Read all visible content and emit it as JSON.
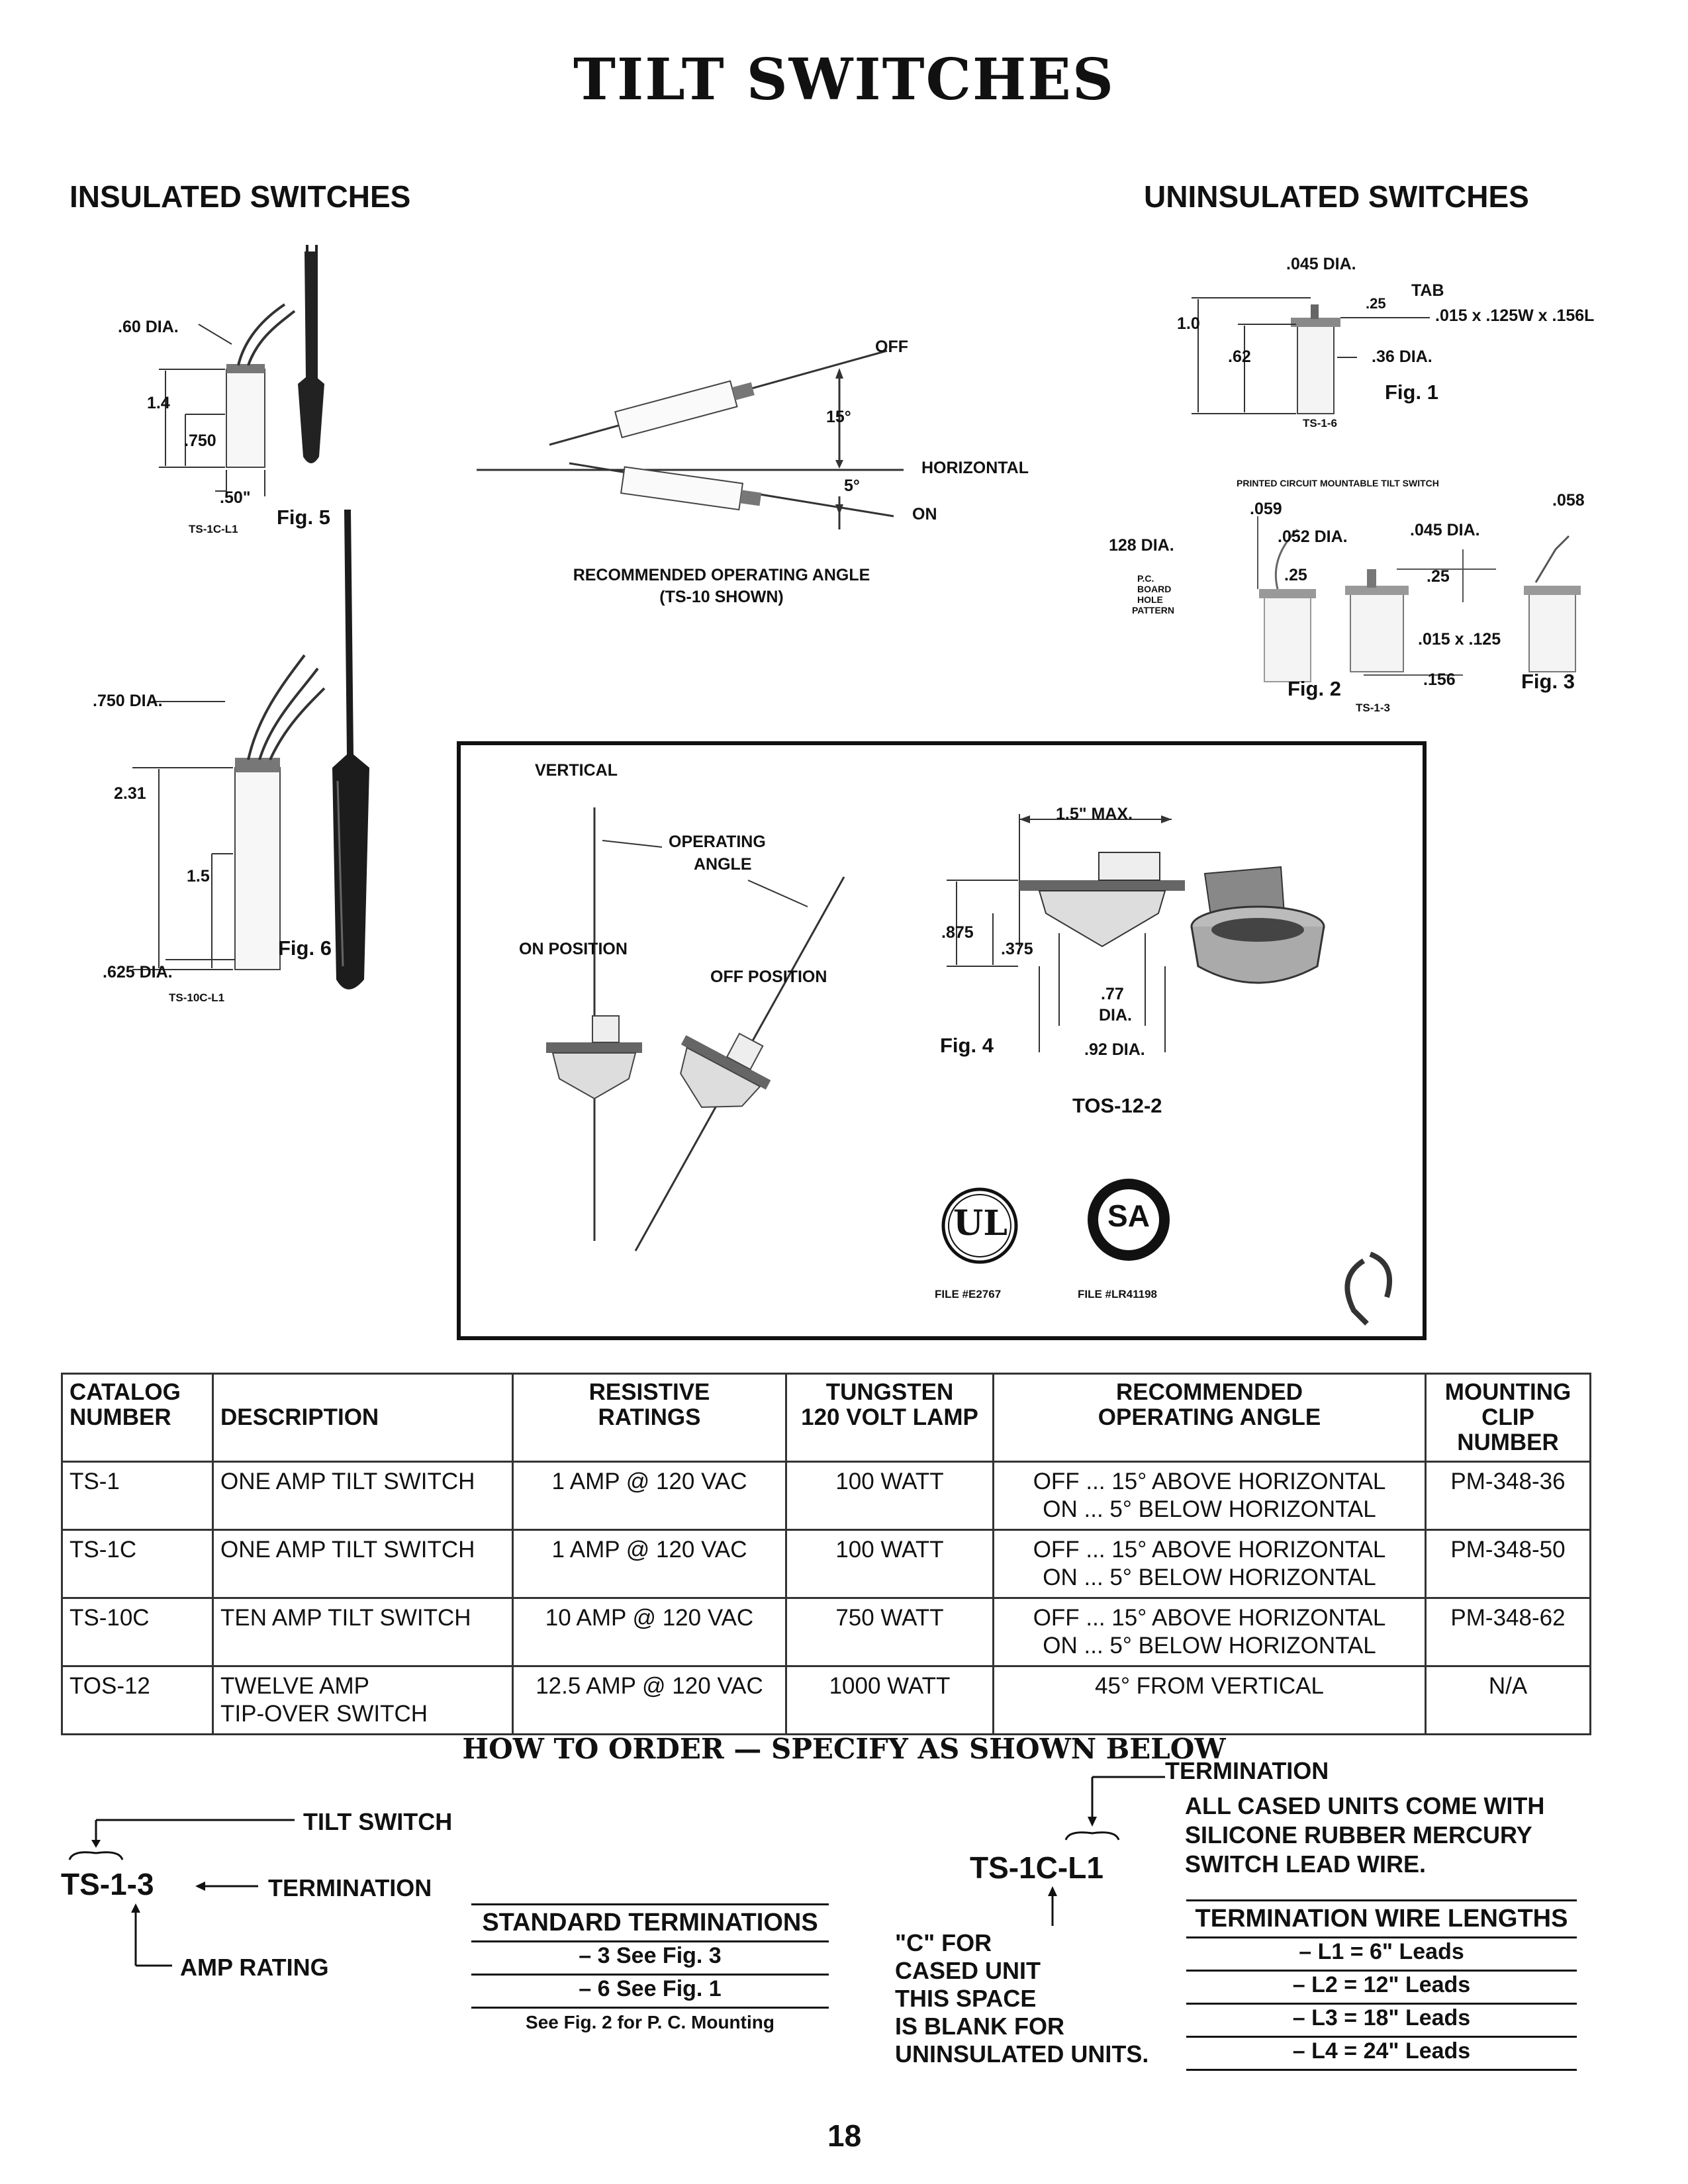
{
  "page": {
    "title": "TILT SWITCHES",
    "page_number": "18"
  },
  "sections": {
    "insulated": "INSULATED SWITCHES",
    "uninsulated": "UNINSULATED SWITCHES"
  },
  "fig5": {
    "dia": ".60 DIA.",
    "height": "1.4",
    "h2": ".750",
    "width": ".50\"",
    "label": "Fig. 5",
    "model": "TS-1C-L1"
  },
  "fig6": {
    "dia": ".750 DIA.",
    "height": "2.31",
    "h2": "1.5",
    "base_dia": ".625 DIA.",
    "label": "Fig. 6",
    "model": "TS-10C-L1"
  },
  "angle_diagram": {
    "off": "OFF",
    "horizontal": "HORIZONTAL",
    "on": "ON",
    "deg15": "15°",
    "deg5": "5°",
    "caption1": "RECOMMENDED OPERATING ANGLE",
    "caption2": "(TS-10 SHOWN)"
  },
  "fig1": {
    "dia_top": ".045 DIA.",
    "tab": "TAB",
    "tab_dim": ".015 x .125W x .156L",
    "h1": "1.0",
    "h2": ".62",
    "dim25": ".25",
    "dia": ".36 DIA.",
    "label": "Fig. 1",
    "model": "TS-1-6"
  },
  "fig23": {
    "heading": "PRINTED CIRCUIT MOUNTABLE TILT SWITCH",
    "d059": ".059",
    "d058": ".058",
    "d128": "128 DIA.",
    "d052": ".052 DIA.",
    "d045": ".045 DIA.",
    "pc1": "P.C.",
    "pc2": "BOARD",
    "pc3": "HOLE",
    "pc4": "PATTERN",
    "d25a": ".25",
    "d25b": ".25",
    "d015": ".015 x .125",
    "d156": ".156",
    "fig2": "Fig. 2",
    "fig3": "Fig. 3",
    "model": "TS-1-3"
  },
  "tos_box": {
    "vertical": "VERTICAL",
    "op1": "OPERATING",
    "op2": "ANGLE",
    "on_pos": "ON POSITION",
    "off_pos": "OFF POSITION",
    "max": "1.5\" MAX.",
    "d875": ".875",
    "d375": ".375",
    "d77a": ".77",
    "d77b": "DIA.",
    "d92": ".92 DIA.",
    "fig4": "Fig. 4",
    "model": "TOS-12-2",
    "ul": "UL",
    "csa": "SA",
    "file_ul": "FILE #E2767",
    "file_csa": "FILE #LR41198"
  },
  "table": {
    "headers": [
      [
        "CATALOG",
        "NUMBER"
      ],
      [
        "",
        "DESCRIPTION"
      ],
      [
        "RESISTIVE",
        "RATINGS"
      ],
      [
        "TUNGSTEN",
        "120 VOLT LAMP"
      ],
      [
        "RECOMMENDED",
        "OPERATING ANGLE"
      ],
      [
        "MOUNTING",
        "CLIP NUMBER"
      ]
    ],
    "rows": [
      {
        "catalog": "TS-1",
        "desc1": "ONE AMP TILT SWITCH",
        "desc2": "",
        "rating": "1 AMP @ 120 VAC",
        "lamp": "100 WATT",
        "angle1": "OFF ... 15° ABOVE HORIZONTAL",
        "angle2": "ON ... 5° BELOW HORIZONTAL",
        "clip": "PM-348-36"
      },
      {
        "catalog": "TS-1C",
        "desc1": "ONE AMP TILT SWITCH",
        "desc2": "",
        "rating": "1 AMP @ 120 VAC",
        "lamp": "100 WATT",
        "angle1": "OFF ... 15° ABOVE HORIZONTAL",
        "angle2": "ON ... 5° BELOW HORIZONTAL",
        "clip": "PM-348-50"
      },
      {
        "catalog": "TS-10C",
        "desc1": "TEN AMP TILT SWITCH",
        "desc2": "",
        "rating": "10 AMP @ 120 VAC",
        "lamp": "750 WATT",
        "angle1": "OFF ... 15° ABOVE HORIZONTAL",
        "angle2": "ON ... 5° BELOW HORIZONTAL",
        "clip": "PM-348-62"
      },
      {
        "catalog": "TOS-12",
        "desc1": "TWELVE AMP",
        "desc2": "TIP-OVER SWITCH",
        "rating": "12.5 AMP @ 120 VAC",
        "lamp": "1000 WATT",
        "angle1": "45° FROM VERTICAL",
        "angle2": "",
        "clip": "N/A"
      }
    ]
  },
  "how_to_order": {
    "heading": "HOW TO ORDER — SPECIFY AS SHOWN BELOW",
    "left": {
      "code": "TS-1-3",
      "tilt_switch": "TILT SWITCH",
      "termination": "TERMINATION",
      "amp_rating": "AMP RATING",
      "std_heading": "STANDARD TERMINATIONS",
      "std_items": [
        "– 3 See Fig. 3",
        "– 6 See Fig. 1"
      ],
      "std_note": "See Fig. 2 for P. C. Mounting"
    },
    "right": {
      "code": "TS-1C-L1",
      "termination": "TERMINATION",
      "cased_note": [
        "ALL CASED UNITS COME WITH",
        "SILICONE RUBBER MERCURY",
        "SWITCH LEAD WIRE."
      ],
      "c_note": [
        "\"C\" FOR",
        "CASED UNIT",
        "THIS SPACE",
        "IS BLANK FOR",
        "UNINSULATED UNITS."
      ],
      "len_heading": "TERMINATION WIRE LENGTHS",
      "len_items": [
        "– L1 =  6\" Leads",
        "– L2 = 12\" Leads",
        "– L3 = 18\" Leads",
        "– L4 = 24\" Leads"
      ]
    }
  }
}
